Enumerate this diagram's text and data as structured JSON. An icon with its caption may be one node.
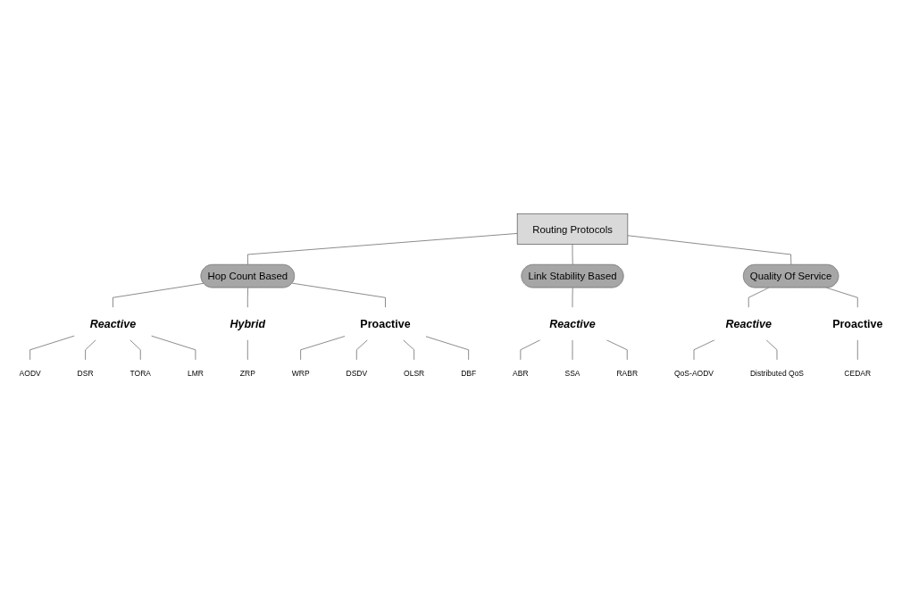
{
  "diagram": {
    "nodes": [
      {
        "text": [
          "Routing Protocols"
        ]
      },
      {
        "text": [
          "Hop Count Based"
        ]
      },
      {
        "text": [
          "Link Stability Based"
        ]
      },
      {
        "text": [
          "Quality Of Service"
        ]
      },
      {
        "text": [
          "Reactive"
        ]
      },
      {
        "text": [
          "Hybrid"
        ]
      },
      {
        "text": [
          "Proactive"
        ]
      },
      {
        "text": [
          "AODV"
        ]
      },
      {
        "text": [
          "DSR"
        ]
      },
      {
        "text": [
          "TORA"
        ]
      },
      {
        "text": [
          "LMR"
        ]
      },
      {
        "text": [
          "ZRP"
        ]
      },
      {
        "text": [
          "WRP"
        ]
      },
      {
        "text": [
          "DSDV"
        ]
      },
      {
        "text": [
          "OLSR"
        ]
      },
      {
        "text": [
          "DBF"
        ]
      },
      {
        "text": [
          "Reactive"
        ]
      },
      {
        "text": [
          "ABR"
        ]
      },
      {
        "text": [
          "SSA"
        ]
      },
      {
        "text": [
          "RABR"
        ]
      },
      {
        "text": [
          "Reactive"
        ]
      },
      {
        "text": [
          "Proactive"
        ]
      },
      {
        "text": [
          "QoS-AODV"
        ]
      },
      {
        "text": [
          "Distributed QoS"
        ]
      },
      {
        "text": [
          "CEDAR"
        ]
      }
    ],
    "edges": [
      {
        "from": 0,
        "to": 1,
        "arrow": "none"
      },
      {
        "from": 0,
        "to": 2,
        "arrow": "none"
      },
      {
        "from": 0,
        "to": 3,
        "arrow": "none"
      },
      {
        "from": 1,
        "to": 4,
        "arrow": "none"
      },
      {
        "from": 1,
        "to": 5,
        "arrow": "none"
      },
      {
        "from": 1,
        "to": 6,
        "arrow": "none"
      },
      {
        "from": 4,
        "to": 7,
        "arrow": "none"
      },
      {
        "from": 4,
        "to": 8,
        "arrow": "none"
      },
      {
        "from": 4,
        "to": 9,
        "arrow": "none"
      },
      {
        "from": 4,
        "to": 10,
        "arrow": "none"
      },
      {
        "from": 5,
        "to": 11,
        "arrow": "none"
      },
      {
        "from": 6,
        "to": 12,
        "arrow": "none"
      },
      {
        "from": 6,
        "to": 13,
        "arrow": "none"
      },
      {
        "from": 6,
        "to": 14,
        "arrow": "none"
      },
      {
        "from": 6,
        "to": 15,
        "arrow": "none"
      },
      {
        "from": 2,
        "to": 16,
        "arrow": "none"
      },
      {
        "from": 16,
        "to": 17,
        "arrow": "none"
      },
      {
        "from": 16,
        "to": 18,
        "arrow": "none"
      },
      {
        "from": 16,
        "to": 19,
        "arrow": "none"
      },
      {
        "from": 3,
        "to": 20,
        "arrow": "none"
      },
      {
        "from": 3,
        "to": 21,
        "arrow": "none"
      },
      {
        "from": 20,
        "to": 22,
        "arrow": "none"
      },
      {
        "from": 20,
        "to": 23,
        "arrow": "none"
      },
      {
        "from": 21,
        "to": 24,
        "arrow": "none"
      }
    ]
  }
}
